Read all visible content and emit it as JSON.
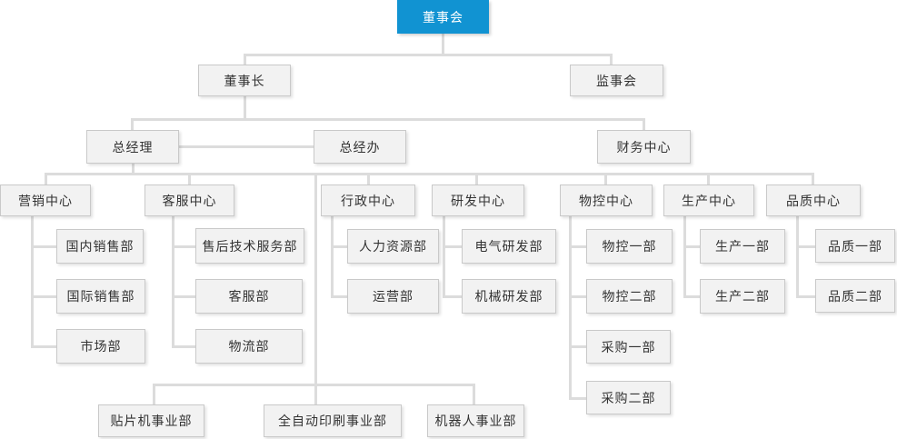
{
  "colors": {
    "root_bg": "#1193d2",
    "root_text": "#ffffff",
    "node_bg": "#f2f2f2",
    "node_border": "#c9c9c9",
    "node_text": "#333333",
    "connector": "#dcdcdc"
  },
  "org": {
    "nodes": {
      "board": "董事会",
      "chairman": "董事长",
      "supervisory": "监事会",
      "gm": "总经理",
      "gm_office": "总经办",
      "finance": "财务中心",
      "marketing": "营销中心",
      "customer_service": "客服中心",
      "admin": "行政中心",
      "rd": "研发中心",
      "material_control": "物控中心",
      "production": "生产中心",
      "quality": "品质中心",
      "domestic_sales": "国内销售部",
      "intl_sales": "国际销售部",
      "market_dept": "市场部",
      "after_sales": "售后技术服务部",
      "cs_dept": "客服部",
      "logistics": "物流部",
      "hr": "人力资源部",
      "operations": "运营部",
      "electrical_rd": "电气研发部",
      "mechanical_rd": "机械研发部",
      "mc_1": "物控一部",
      "mc_2": "物控二部",
      "purchase_1": "采购一部",
      "purchase_2": "采购二部",
      "prod_1": "生产一部",
      "prod_2": "生产二部",
      "quality_1": "品质一部",
      "quality_2": "品质二部",
      "smt_division": "贴片机事业部",
      "printing_division": "全自动印刷事业部",
      "robot_division": "机器人事业部"
    },
    "hierarchy": {
      "board": [
        "chairman",
        "supervisory"
      ],
      "chairman": [
        "gm",
        "finance"
      ],
      "gm_lateral": [
        "gm_office"
      ],
      "gm": [
        "marketing",
        "customer_service",
        "admin",
        "rd",
        "material_control",
        "production",
        "quality",
        "smt_division",
        "printing_division",
        "robot_division"
      ],
      "marketing": [
        "domestic_sales",
        "intl_sales",
        "market_dept"
      ],
      "customer_service": [
        "after_sales",
        "cs_dept",
        "logistics"
      ],
      "admin": [
        "hr",
        "operations"
      ],
      "rd": [
        "electrical_rd",
        "mechanical_rd"
      ],
      "material_control": [
        "mc_1",
        "mc_2",
        "purchase_1",
        "purchase_2"
      ],
      "production": [
        "prod_1",
        "prod_2"
      ],
      "quality": [
        "quality_1",
        "quality_2"
      ]
    }
  }
}
